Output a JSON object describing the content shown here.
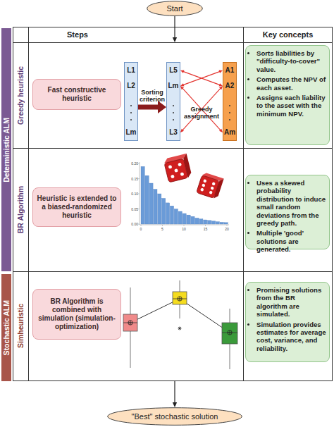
{
  "diagram": {
    "nodes": [
      {
        "text": [
          "Start"
        ]
      },
      {
        "text": [
          "Deterministic ALM"
        ]
      },
      {
        "text": [
          "Stochastic ALM"
        ]
      },
      {
        "text": [
          "Steps"
        ]
      },
      {
        "text": [
          "Key concepts"
        ]
      },
      {
        "text": [
          "Greedy heuristic"
        ]
      },
      {
        "text": [
          "Fast constructive heuristic"
        ],
        "in": 5
      },
      {
        "text": [
          "L1",
          "L2",
          "Lm"
        ],
        "in": 5
      },
      {
        "text": [
          "L5",
          "Lm",
          "L3"
        ],
        "in": 5
      },
      {
        "text": [
          "A1",
          "A2",
          "Am"
        ],
        "in": 5
      },
      {
        "text": [
          "Sorts liabilities by \"difficulty-to-cover\" value.",
          "Computes the NPV of each asset.",
          "Assigns each liability to the asset with the minimum NPV."
        ],
        "in": 5
      },
      {
        "text": [
          "BR Algorithm"
        ]
      },
      {
        "text": [
          "Heuristic is extended to a biased-randomized heuristic"
        ],
        "in": 11
      },
      {
        "text": [
          "Uses a skewed probability distribution to induce small random deviations from the greedy path.",
          "Multiple 'good' solutions are generated."
        ],
        "in": 11
      },
      {
        "text": [
          "Simheuristic"
        ]
      },
      {
        "text": [
          "BR Algorithm is combined with simulation (simulation-optimization)"
        ],
        "in": 14
      },
      {
        "text": [
          "Promising solutions from the BR algorithm are simulated.",
          "Simulation provides estimates for average cost, variance, and reliability."
        ],
        "in": 14
      },
      {
        "text": [
          "\"Best\" stochastic solution"
        ]
      }
    ],
    "edges": [
      {
        "from": 0,
        "to": 5,
        "arrow": "to"
      },
      {
        "from": 7,
        "to": 8,
        "arrow": "to",
        "label": "Sorting criterion"
      },
      {
        "from": 8,
        "to": 9,
        "arrow": "both",
        "label": "Greedy assignment"
      },
      {
        "from": 8,
        "to": 9,
        "arrow": "both"
      },
      {
        "from": 8,
        "to": 9,
        "arrow": "both"
      },
      {
        "from": 8,
        "to": 9,
        "arrow": "both"
      },
      {
        "from": 14,
        "to": 17,
        "arrow": "to"
      }
    ],
    "labels": [
      "0.20",
      "0.15",
      "0.10",
      "0.05",
      "0.00",
      "0",
      "5",
      "10",
      "15",
      "20"
    ]
  }
}
